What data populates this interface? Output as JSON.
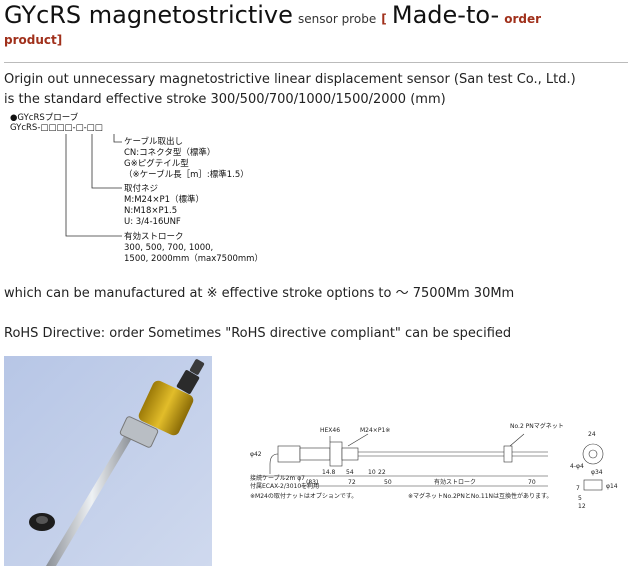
{
  "title": {
    "main": "GYcRS magnetostrictive",
    "small": "sensor probe",
    "bracket_open": "[",
    "made": "Made-to-",
    "order": "order",
    "product": "product]"
  },
  "intro": {
    "line1": "Origin out unnecessary magnetostrictive linear displacement sensor (San test Co., Ltd.)",
    "line2": "is the standard effective stroke 300/500/700/1000/1500/2000 (mm)"
  },
  "code": {
    "heading": "●GYcRSプローブ",
    "model": "GYcRS-□□□□-□-□□",
    "groups": [
      {
        "lines": [
          "ケーブル取出し",
          "CN:コネクタ型（標準）",
          "G※ピグテイル型",
          "（※ケーブル長［m］:標準1.5）"
        ]
      },
      {
        "lines": [
          "取付ネジ",
          "M:M24×P1（標準）",
          "N:M18×P1.5",
          "U: 3/4-16UNF"
        ]
      },
      {
        "lines": [
          "有効ストローク",
          "300, 500, 700, 1000,",
          "1500, 2000mm（max7500mm）"
        ]
      }
    ]
  },
  "manufacture_text": "which can be manufactured at ※ effective stroke options to ～ 7500Mm 30Mm",
  "rohs_text": "RoHS Directive: order Sometimes \"RoHS directive compliant\" can be specified",
  "drawing": {
    "hex": "HEX46",
    "thread": "M24×P1※",
    "magnet": "No.2 PNマグネット",
    "dim_24": "24",
    "dim_45": "4-φ4",
    "dim_14": "φ14",
    "dim_34": "φ34",
    "dim_7": "7",
    "dim_phi42": "φ42",
    "dims_bottom": [
      "14.8",
      "54",
      "10",
      "22"
    ],
    "dims_row2": [
      "(83)",
      "72",
      "50",
      "有効ストローク",
      "70"
    ],
    "cable": "接続ケーブル2m φ7",
    "cable2": "付属ECAX-2/3010を利用",
    "note1": "※M24の取付ナットはオプションです。",
    "note2": "※マグネットNo.2PNとNo.11Nは互換性があります。",
    "dim_5": "5",
    "dim_12": "12"
  }
}
